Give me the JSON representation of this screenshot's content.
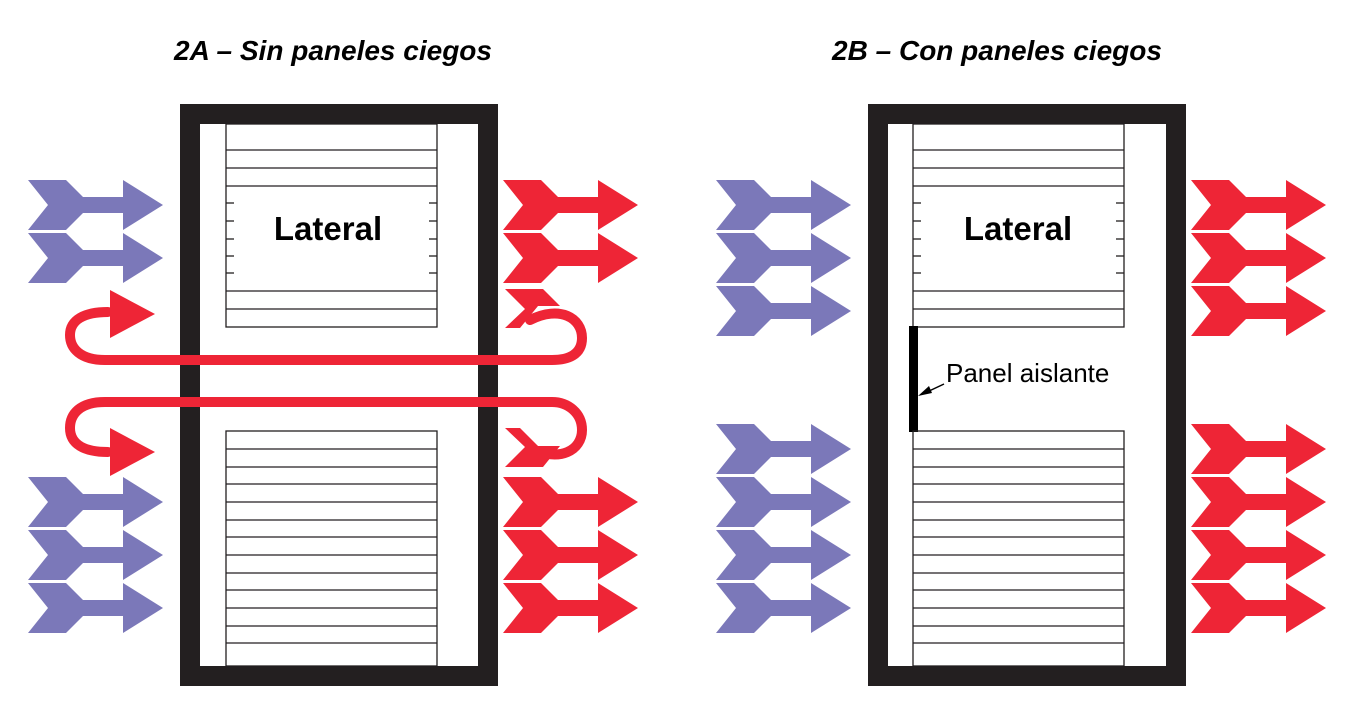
{
  "panel_a": {
    "title": "2A – Sin paneles ciegos",
    "server_label": "Lateral"
  },
  "panel_b": {
    "title": "2B – Con paneles ciegos",
    "server_label": "Lateral",
    "insulating_panel_label": "Panel aislante"
  },
  "colors": {
    "cold_air": "#7b78b9",
    "hot_air": "#ee2536",
    "rack_frame": "#231f20"
  }
}
